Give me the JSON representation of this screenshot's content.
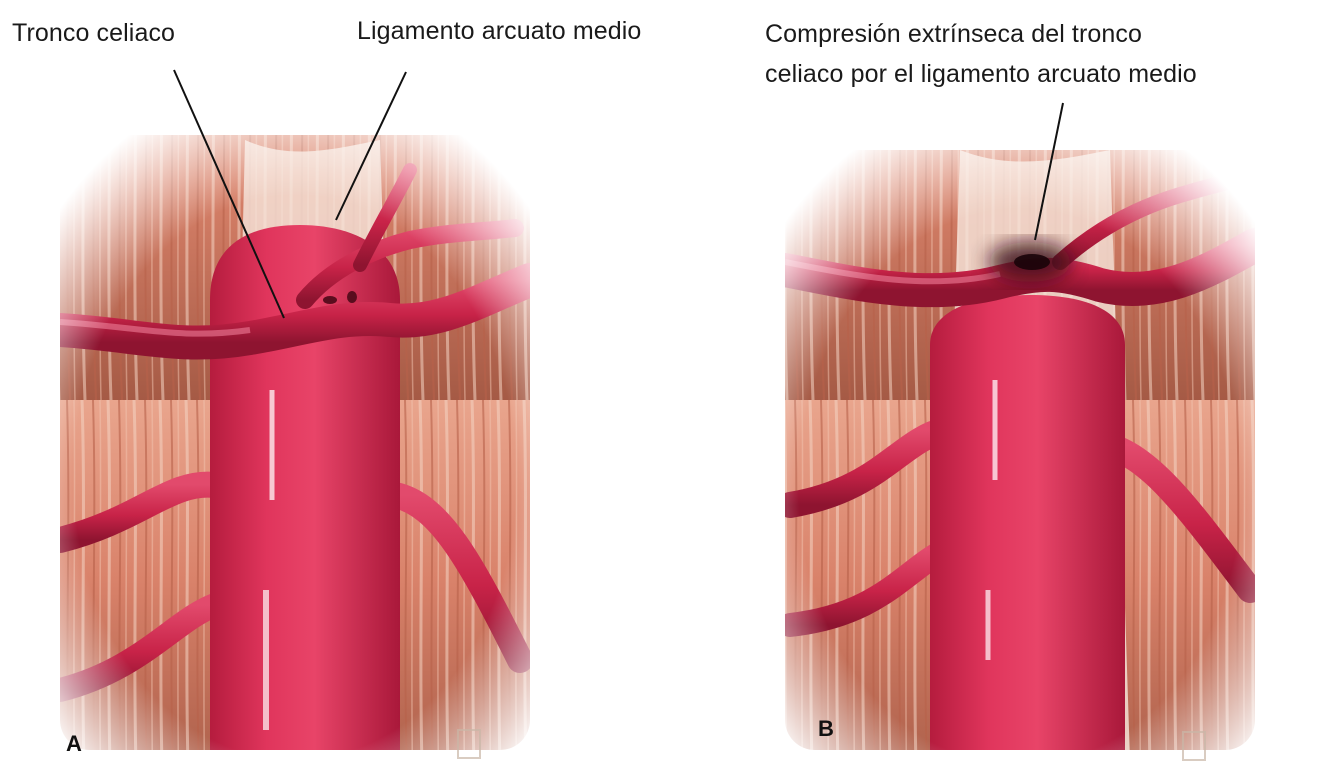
{
  "panel_a": {
    "letter": "A",
    "label_celiac_trunk": "Tronco celiaco",
    "label_median_arcuate_ligament": "Ligamento arcuato medio"
  },
  "panel_b": {
    "letter": "B",
    "label_compression_line1": "Compresión extrínseca del tronco",
    "label_compression_line2": "celiaco por el ligamento arcuato medio"
  },
  "colors": {
    "vessel": "#d8284f",
    "vessel_dark": "#9e1733",
    "muscle": "#d97a5e",
    "background": "#ffffff"
  }
}
